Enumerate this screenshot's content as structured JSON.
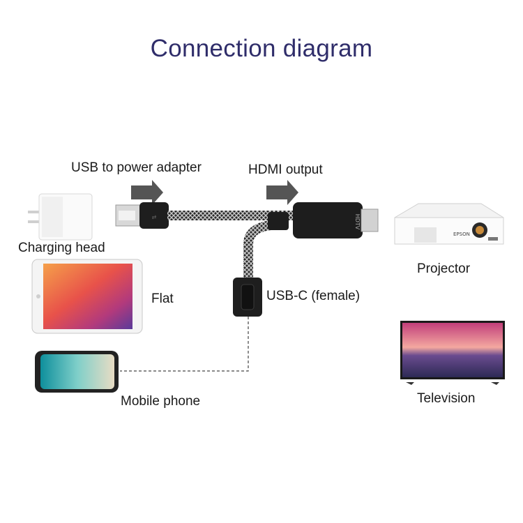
{
  "title": "Connection diagram",
  "labels": {
    "usb_power": "USB to power adapter",
    "hdmi_output": "HDMI output",
    "charging_head": "Charging head",
    "flat": "Flat",
    "usb_c": "USB-C (female)",
    "mobile_phone": "Mobile phone",
    "projector": "Projector",
    "television": "Television"
  },
  "device_marks": {
    "projector_brand": "EPSON",
    "hdmi_plug_mark": "HDTV"
  },
  "colors": {
    "title": "#2f2d6a",
    "arrow": "#555555",
    "cable_dark": "#222222",
    "braid_light": "#bdbdbd",
    "dashed_line": "#444444"
  }
}
